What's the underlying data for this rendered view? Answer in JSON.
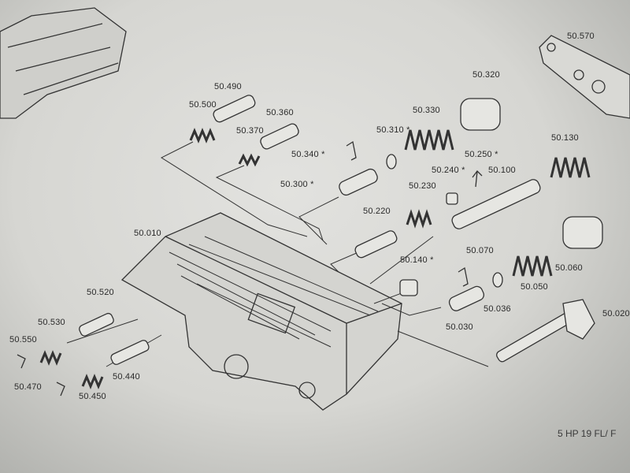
{
  "labels": [
    "50.570",
    "50.490",
    "50.320",
    "50.500",
    "50.360",
    "50.330",
    "50.370",
    "50.310 *",
    "50.340 *",
    "50.250 *",
    "50.130",
    "50.240 *",
    "50.300 *",
    "50.230",
    "50.100",
    "50.220",
    "50.010",
    "50.070",
    "50.140 *",
    "50.520",
    "50.060",
    "50.050",
    "50.036",
    "50.030",
    "50.530",
    "50.020",
    "50.550",
    "50.440",
    "50.470",
    "50.450"
  ],
  "footer": "5 HP 19 FL/ F"
}
